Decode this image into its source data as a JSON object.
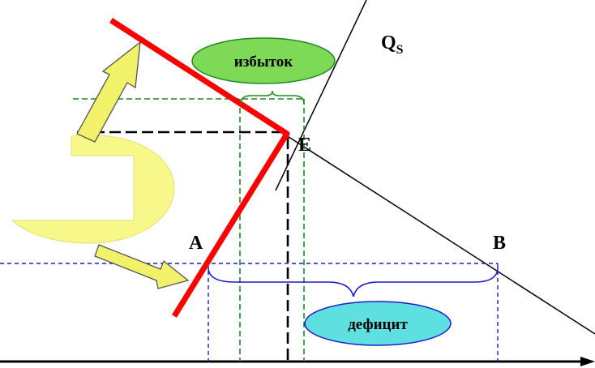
{
  "labels": {
    "supply_q": "Q",
    "supply_sub": "S",
    "equilibrium": "E",
    "point_a": "A",
    "point_b": "B"
  },
  "ovals": {
    "surplus": "избыток",
    "deficit": "дефицит"
  },
  "colors": {
    "supply_line": "#000000",
    "red_line": "#ff0000",
    "green_dash": "#1f8a1f",
    "blue_dash": "#1a1acc",
    "black_dash": "#000000",
    "surplus_fill": "#7ed957",
    "deficit_fill": "#5fe0e0",
    "arrow_fill": "#f2f26a",
    "shape_fill": "#f7f78a"
  }
}
